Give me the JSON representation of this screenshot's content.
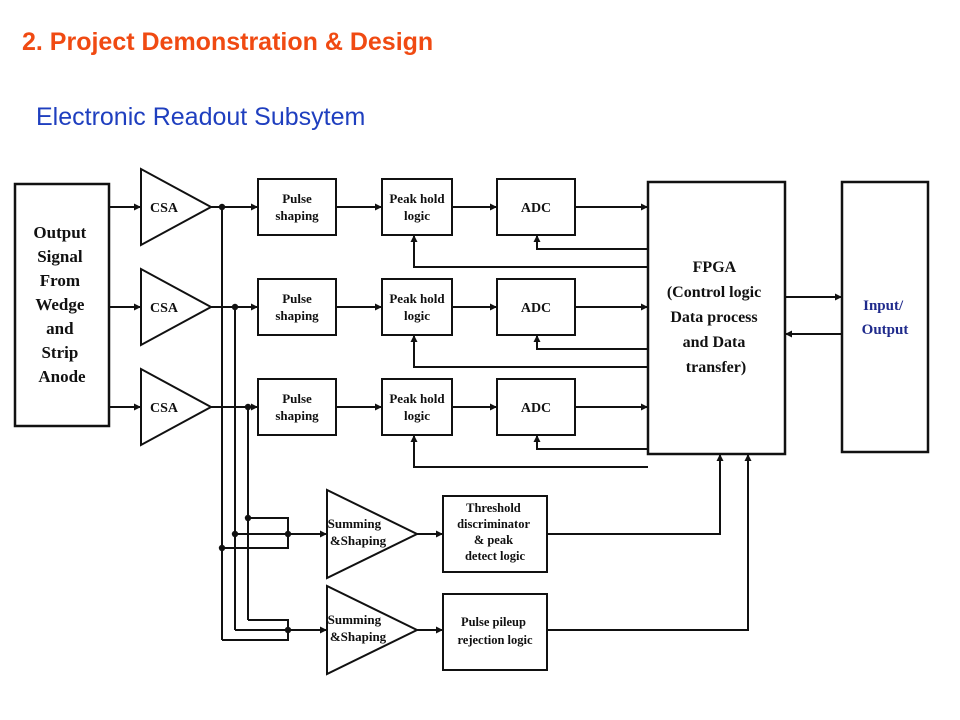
{
  "slide": {
    "title": "2. Project Demonstration & Design",
    "subtitle": "Electronic Readout Subsytem",
    "title_color": "#f04a12",
    "subtitle_color": "#1f3fbf",
    "io_text_color": "#1f2a8c"
  },
  "diagram": {
    "source_block": "Output Signal From Wedge and Strip Anode",
    "csa_label": "CSA",
    "pulse_shaping_label": "Pulse shaping",
    "peak_hold_label": "Peak hold logic",
    "adc_label": "ADC",
    "fpga_label": "FPGA (Control logic Data process and Data transfer)",
    "io_label": "Input/ Output",
    "summing_label": "Summing &Shaping",
    "threshold_label": "Threshold discriminator & peak detect logic",
    "pileup_label": "Pulse pileup rejection logic"
  }
}
